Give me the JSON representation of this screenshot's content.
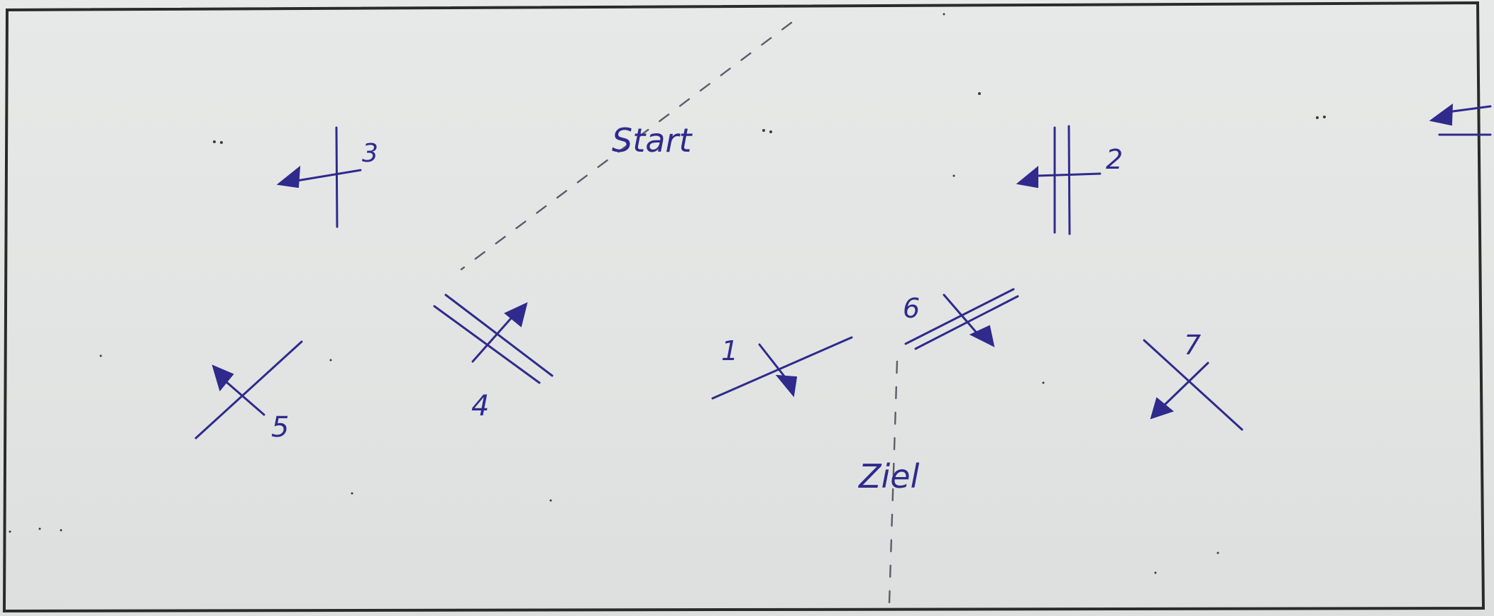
{
  "labels": {
    "start": "Start",
    "goal": "Ziel",
    "n1": "1",
    "n2": "2",
    "n3": "3",
    "n4": "4",
    "n5": "5",
    "n6": "6",
    "n7": "7"
  },
  "colors": {
    "ink": "#2f2a8c",
    "paper": "#e4e6e5",
    "border": "#2a2a2a"
  }
}
